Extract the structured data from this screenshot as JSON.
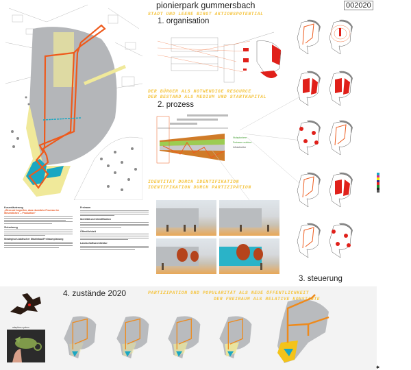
{
  "header": {
    "title": "pionierpark gummersbach",
    "code": "002020"
  },
  "slogans": {
    "s1": "STADT UND LEERE BIRGT AKTIONSPOTENTIAL",
    "s2a": "DER BÜRGER ALS NOTWENDIGE RESOURCE",
    "s2b": "DER BESTAND ALS MEDIUM UND STARTKAPITAL",
    "s3a": "IDENTITÄT DURCH IDENTIFIKATION",
    "s3b": "IDENTIFIKATION DURCH PARTIZIPATION",
    "s4a": "PARTIZIPATION UND POPULARITÄT ALS NEUE ÖFFENTLICHKEIT",
    "s4b": "DER FREIRAUM ALS RELATIVE KONSTANTE"
  },
  "sections": {
    "organisation": "1. organisation",
    "prozess": "2. prozess",
    "steuerung": "3. steuerung",
    "zustaende": "4. zustände 2020"
  },
  "text": {
    "kurz": "Kurzerläuterung",
    "quote": "„Wenn wir begreifen, dass räumliche Prozesse im Wesentlichen ... Produktion“",
    "s_ziel": "Zielsetzung",
    "s_strat": "Strategisch-taktischer Städtebau/Freiraumplanung",
    "s_frei": "Freiraum",
    "s_ident": "Identität und Identifikation",
    "s_oeff": "Öffentlichkeit",
    "s_land": "Landschaftsarchitektur"
  },
  "prozess_legend": [
    "Nutzpioniere",
    "Freiraum outdoor",
    "Infrastruktur"
  ],
  "bottom": {
    "adaptive": "adaptives system"
  },
  "colors": {
    "accent": "#ee5a1c",
    "red": "#e0201a",
    "yellow": "#f3e98a",
    "slogan": "#f5c542",
    "water": "#1aa7c2"
  },
  "swatches": [
    "#1aa7c2",
    "#e0208a",
    "#f2e600",
    "#2a2a8a",
    "#e0201a",
    "#1a8a2a",
    "#222222",
    "#555555"
  ]
}
